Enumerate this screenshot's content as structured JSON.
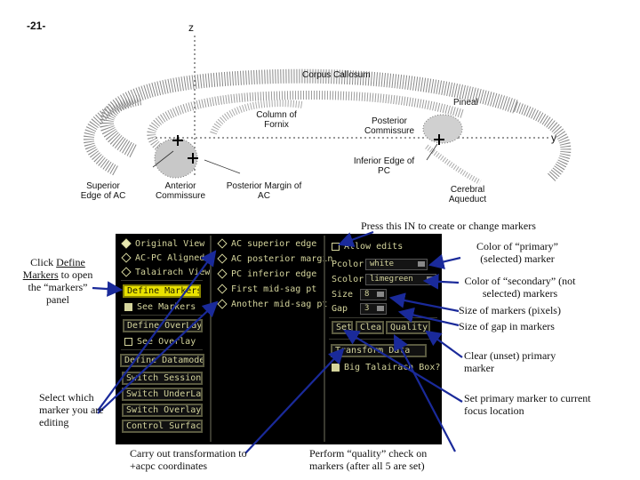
{
  "page_number": "-21-",
  "diagram": {
    "axis_z": "z",
    "axis_y": "y",
    "labels": {
      "corpus_callosum": "Corpus Callosum",
      "column_of_fornix": "Column of Fornix",
      "posterior_commissure": "Posterior Commissure",
      "pineal": "Pineal",
      "inferior_edge_pc": "Inferior Edge of PC",
      "superior_edge_ac": "Superior Edge of AC",
      "anterior_commissure": "Anterior Commissure",
      "posterior_margin_ac": "Posterior Margin of AC",
      "cerebral_aqueduct": "Cerebral Aqueduct"
    }
  },
  "panel": {
    "left_col": {
      "radios": [
        "Original View",
        "AC-PC Aligned",
        "Talairach View"
      ],
      "define_markers": "Define Markers",
      "see_markers": "See Markers",
      "define_overlay": "Define OverLay",
      "see_overlay": "See Overlay",
      "define_datamode": "Define Datamode",
      "switch_session": "Switch Session",
      "switch_underlay": "Switch UnderLay",
      "switch_overlay": "Switch Overlay",
      "control_surface": "Control Surface"
    },
    "markers": [
      "AC superior edge",
      "AC posterior margin",
      "PC inferior edge",
      "First mid-sag pt",
      "Another mid-sag pt"
    ],
    "right_col": {
      "allow_edits": "Allow edits",
      "pcolor_label": "Pcolor",
      "pcolor_value": "white",
      "scolor_label": "Scolor",
      "scolor_value": "limegreen",
      "size_label": "Size",
      "size_value": "8",
      "gap_label": "Gap",
      "gap_value": "3",
      "set_button": "Set",
      "clear_button": "Clear",
      "quality_button": "Quality?",
      "transform_data": "Transform Data",
      "big_talairach": "Big Talairach Box?"
    }
  },
  "annotations": {
    "press_in": "Press this IN to create or change markers",
    "click_define_pre": "Click ",
    "click_define_link": "Define Markers",
    "click_define_post": " to open the “markers” panel",
    "color_primary": "Color of “primary” (selected) marker",
    "color_secondary": "Color of “secondary” (not selected) markers",
    "size_markers": "Size of markers (pixels)",
    "size_gap": "Size of gap in markers",
    "clear_unset": "Clear (unset) primary marker",
    "select_marker": "Select which marker you are editing",
    "set_primary": "Set primary marker to current focus location",
    "carry_out": "Carry out transformation to +acpc coordinates",
    "perform_quality": "Perform “quality” check on markers (after all 5 are set)"
  }
}
